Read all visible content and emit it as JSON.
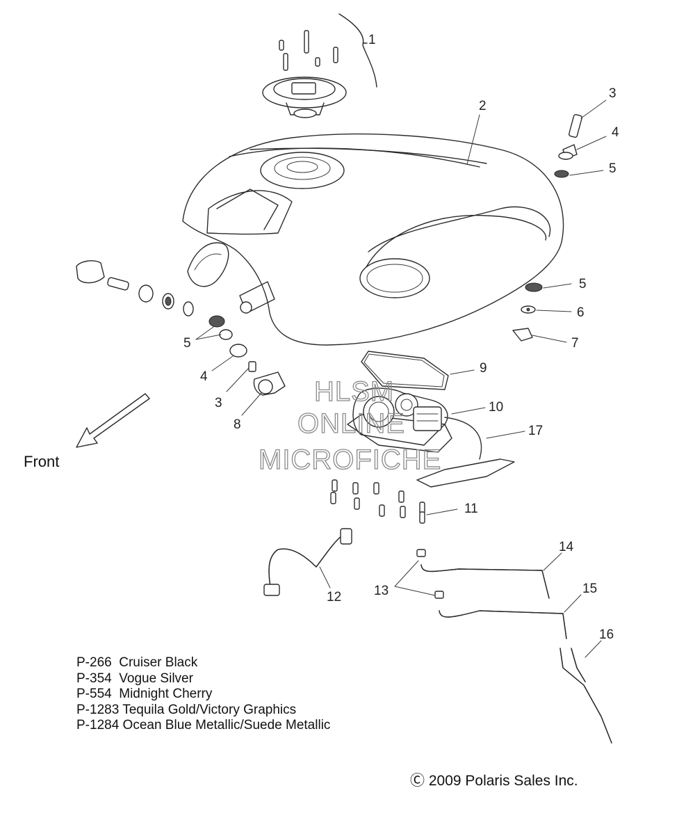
{
  "callouts": {
    "c1": "1",
    "c2": "2",
    "c3a": "3",
    "c4a": "4",
    "c5a": "5",
    "c5b": "5",
    "c6": "6",
    "c7": "7",
    "c5c": "5",
    "c4b": "4",
    "c3b": "3",
    "c8": "8",
    "c9": "9",
    "c10": "10",
    "c17": "17",
    "c11": "11",
    "c12": "12",
    "c13": "13",
    "c14": "14",
    "c15": "15",
    "c16": "16"
  },
  "front_label": "Front",
  "watermark": [
    "HLSM",
    "ONLINE",
    "MICROFICHE"
  ],
  "legend": [
    "P-266  Cruiser Black",
    "P-354  Vogue Silver",
    "P-554  Midnight Cherry",
    "P-1283 Tequila Gold/Victory Graphics",
    "P-1284 Ocean Blue Metallic/Suede Metallic"
  ],
  "copyright": "Ⓒ 2009 Polaris Sales Inc."
}
